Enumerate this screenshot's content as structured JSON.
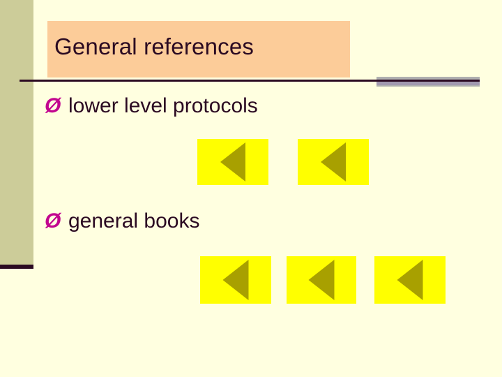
{
  "slide": {
    "title": "General references",
    "background_color": "#FFFFE0",
    "title_plaque_color": "#FCCC99",
    "side_band_color": "#CCCC99",
    "rule_color": "#2B0A22",
    "rule_shadow_color": "#AFAFAF",
    "rule_accent_color": "#A299B0",
    "bullet_color": "#C2068F",
    "text_color": "#2B0A22",
    "placeholder_color": "#FFFF00",
    "placeholder_glyph_color": "#A8A000"
  },
  "bullets": [
    {
      "marker": "Ø",
      "text": "lower level protocols"
    },
    {
      "marker": "Ø",
      "text": "general books"
    }
  ],
  "placeholders": [
    {
      "row": 1,
      "index": 1,
      "icon": "broken-image-icon"
    },
    {
      "row": 1,
      "index": 2,
      "icon": "broken-image-icon"
    },
    {
      "row": 2,
      "index": 1,
      "icon": "broken-image-icon"
    },
    {
      "row": 2,
      "index": 2,
      "icon": "broken-image-icon"
    },
    {
      "row": 2,
      "index": 3,
      "icon": "broken-image-icon"
    }
  ]
}
